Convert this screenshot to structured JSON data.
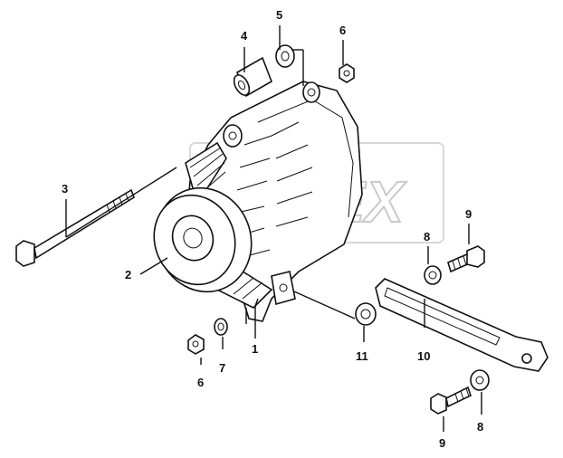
{
  "watermark": "OPEX",
  "callouts": {
    "c1": "1",
    "c2": "2",
    "c3": "3",
    "c4": "4",
    "c5": "5",
    "c6a": "6",
    "c6b": "6",
    "c7": "7",
    "c8a": "8",
    "c8b": "8",
    "c9a": "9",
    "c9b": "9",
    "c10": "10",
    "c11": "11"
  }
}
